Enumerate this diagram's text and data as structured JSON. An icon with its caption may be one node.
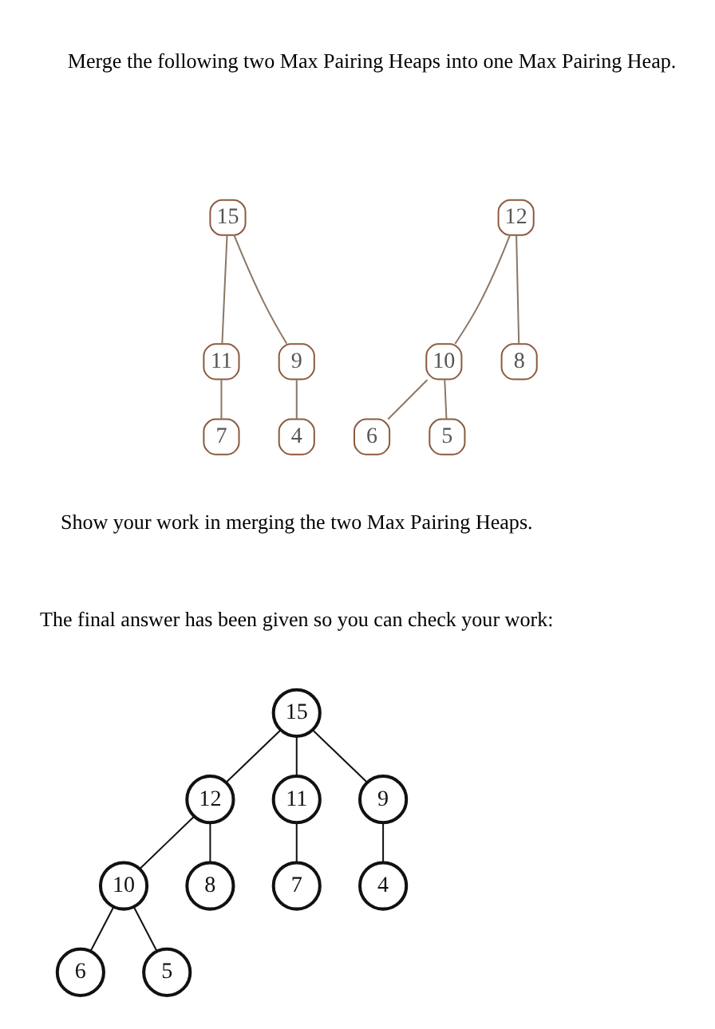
{
  "diagram": {
    "nodes": [
      {
        "text": [
          "15"
        ]
      },
      {
        "text": [
          "11"
        ]
      },
      {
        "text": [
          "9"
        ]
      },
      {
        "text": [
          "7"
        ]
      },
      {
        "text": [
          "4"
        ]
      },
      {
        "text": [
          "12"
        ]
      },
      {
        "text": [
          "10"
        ]
      },
      {
        "text": [
          "8"
        ]
      },
      {
        "text": [
          "6"
        ]
      },
      {
        "text": [
          "5"
        ]
      },
      {
        "text": [
          "15"
        ]
      },
      {
        "text": [
          "12"
        ]
      },
      {
        "text": [
          "11"
        ]
      },
      {
        "text": [
          "9"
        ]
      },
      {
        "text": [
          "10"
        ]
      },
      {
        "text": [
          "8"
        ]
      },
      {
        "text": [
          "7"
        ]
      },
      {
        "text": [
          "4"
        ]
      },
      {
        "text": [
          "6"
        ]
      },
      {
        "text": [
          "5"
        ]
      }
    ],
    "edges": [
      {
        "from": 0,
        "to": 1,
        "arrow": "none",
        "color": "#8b7765"
      },
      {
        "from": 0,
        "to": 2,
        "arrow": "none",
        "color": "#8b7765"
      },
      {
        "from": 1,
        "to": 3,
        "arrow": "none",
        "color": "#8b7765"
      },
      {
        "from": 2,
        "to": 4,
        "arrow": "none",
        "color": "#8b7765"
      },
      {
        "from": 5,
        "to": 6,
        "arrow": "none",
        "color": "#8b7765"
      },
      {
        "from": 5,
        "to": 7,
        "arrow": "none",
        "color": "#8b7765"
      },
      {
        "from": 6,
        "to": 8,
        "arrow": "none",
        "color": "#8b7765"
      },
      {
        "from": 6,
        "to": 9,
        "arrow": "none",
        "color": "#8b7765"
      },
      {
        "from": 10,
        "to": 11,
        "arrow": "none"
      },
      {
        "from": 10,
        "to": 12,
        "arrow": "none"
      },
      {
        "from": 10,
        "to": 13,
        "arrow": "none"
      },
      {
        "from": 11,
        "to": 14,
        "arrow": "none"
      },
      {
        "from": 11,
        "to": 15,
        "arrow": "none"
      },
      {
        "from": 12,
        "to": 16,
        "arrow": "none"
      },
      {
        "from": 13,
        "to": 17,
        "arrow": "none"
      },
      {
        "from": 14,
        "to": 18,
        "arrow": "none"
      },
      {
        "from": 14,
        "to": 19,
        "arrow": "none"
      }
    ],
    "labels": [
      "Merge the following two Max Pairing Heaps into one Max Pairing Heap.",
      "Show your work in merging the two Max Pairing Heaps.",
      "The final answer has been given so you can check your work:"
    ]
  }
}
